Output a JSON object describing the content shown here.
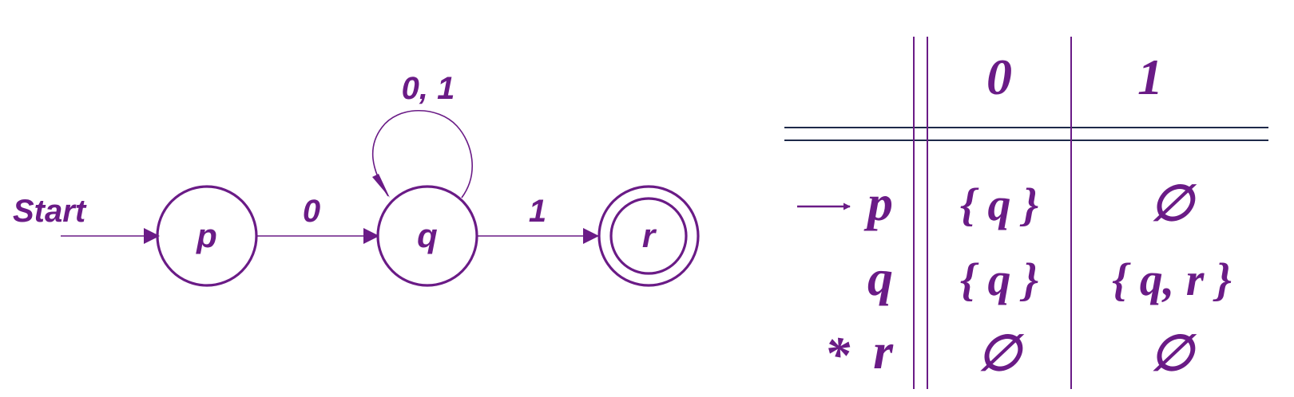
{
  "colors": {
    "ink": "#6a1b86",
    "rule": "#1e2a4a"
  },
  "diagram": {
    "start_label": "Start",
    "states": [
      {
        "id": "p",
        "label": "p",
        "accepting": false
      },
      {
        "id": "q",
        "label": "q",
        "accepting": false
      },
      {
        "id": "r",
        "label": "r",
        "accepting": true
      }
    ],
    "transitions": [
      {
        "from": "p",
        "to": "q",
        "label": "0"
      },
      {
        "from": "q",
        "to": "q",
        "label": "0, 1"
      },
      {
        "from": "q",
        "to": "r",
        "label": "1"
      }
    ]
  },
  "table": {
    "columns": [
      "0",
      "1"
    ],
    "rows": [
      {
        "marker": "arrow",
        "state": "p",
        "cells": [
          "{ q }",
          "∅"
        ]
      },
      {
        "marker": "",
        "state": "q",
        "cells": [
          "{ q }",
          "{ q, r }"
        ]
      },
      {
        "marker": "*",
        "state": "r",
        "cells": [
          "∅",
          "∅"
        ]
      }
    ]
  }
}
